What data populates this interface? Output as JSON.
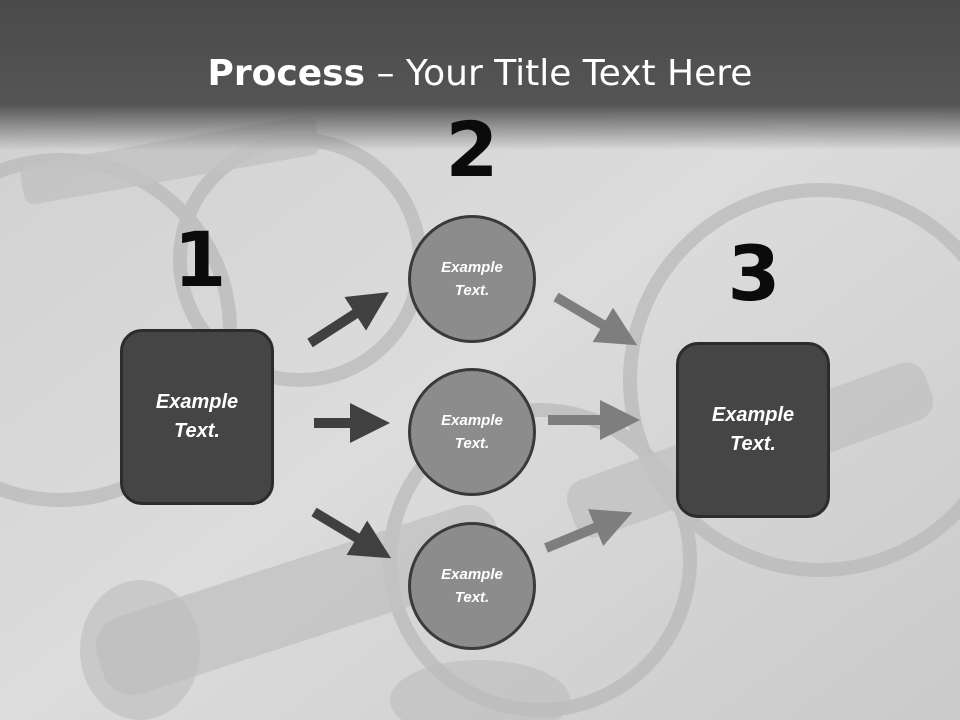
{
  "title": {
    "bold": "Process",
    "rest": " – Your Title Text Here"
  },
  "steps": {
    "n1": "1",
    "n2": "2",
    "n3": "3"
  },
  "boxes": {
    "left": "Example Text.",
    "right": "Example Text."
  },
  "circles": {
    "top": "Example Text.",
    "middle": "Example Text.",
    "bottom": "Example Text."
  },
  "colors": {
    "dark_arrow": "#404040",
    "light_arrow": "#7e7e7e",
    "box_fill": "#454545",
    "circle_fill": "#8c8c8c"
  }
}
